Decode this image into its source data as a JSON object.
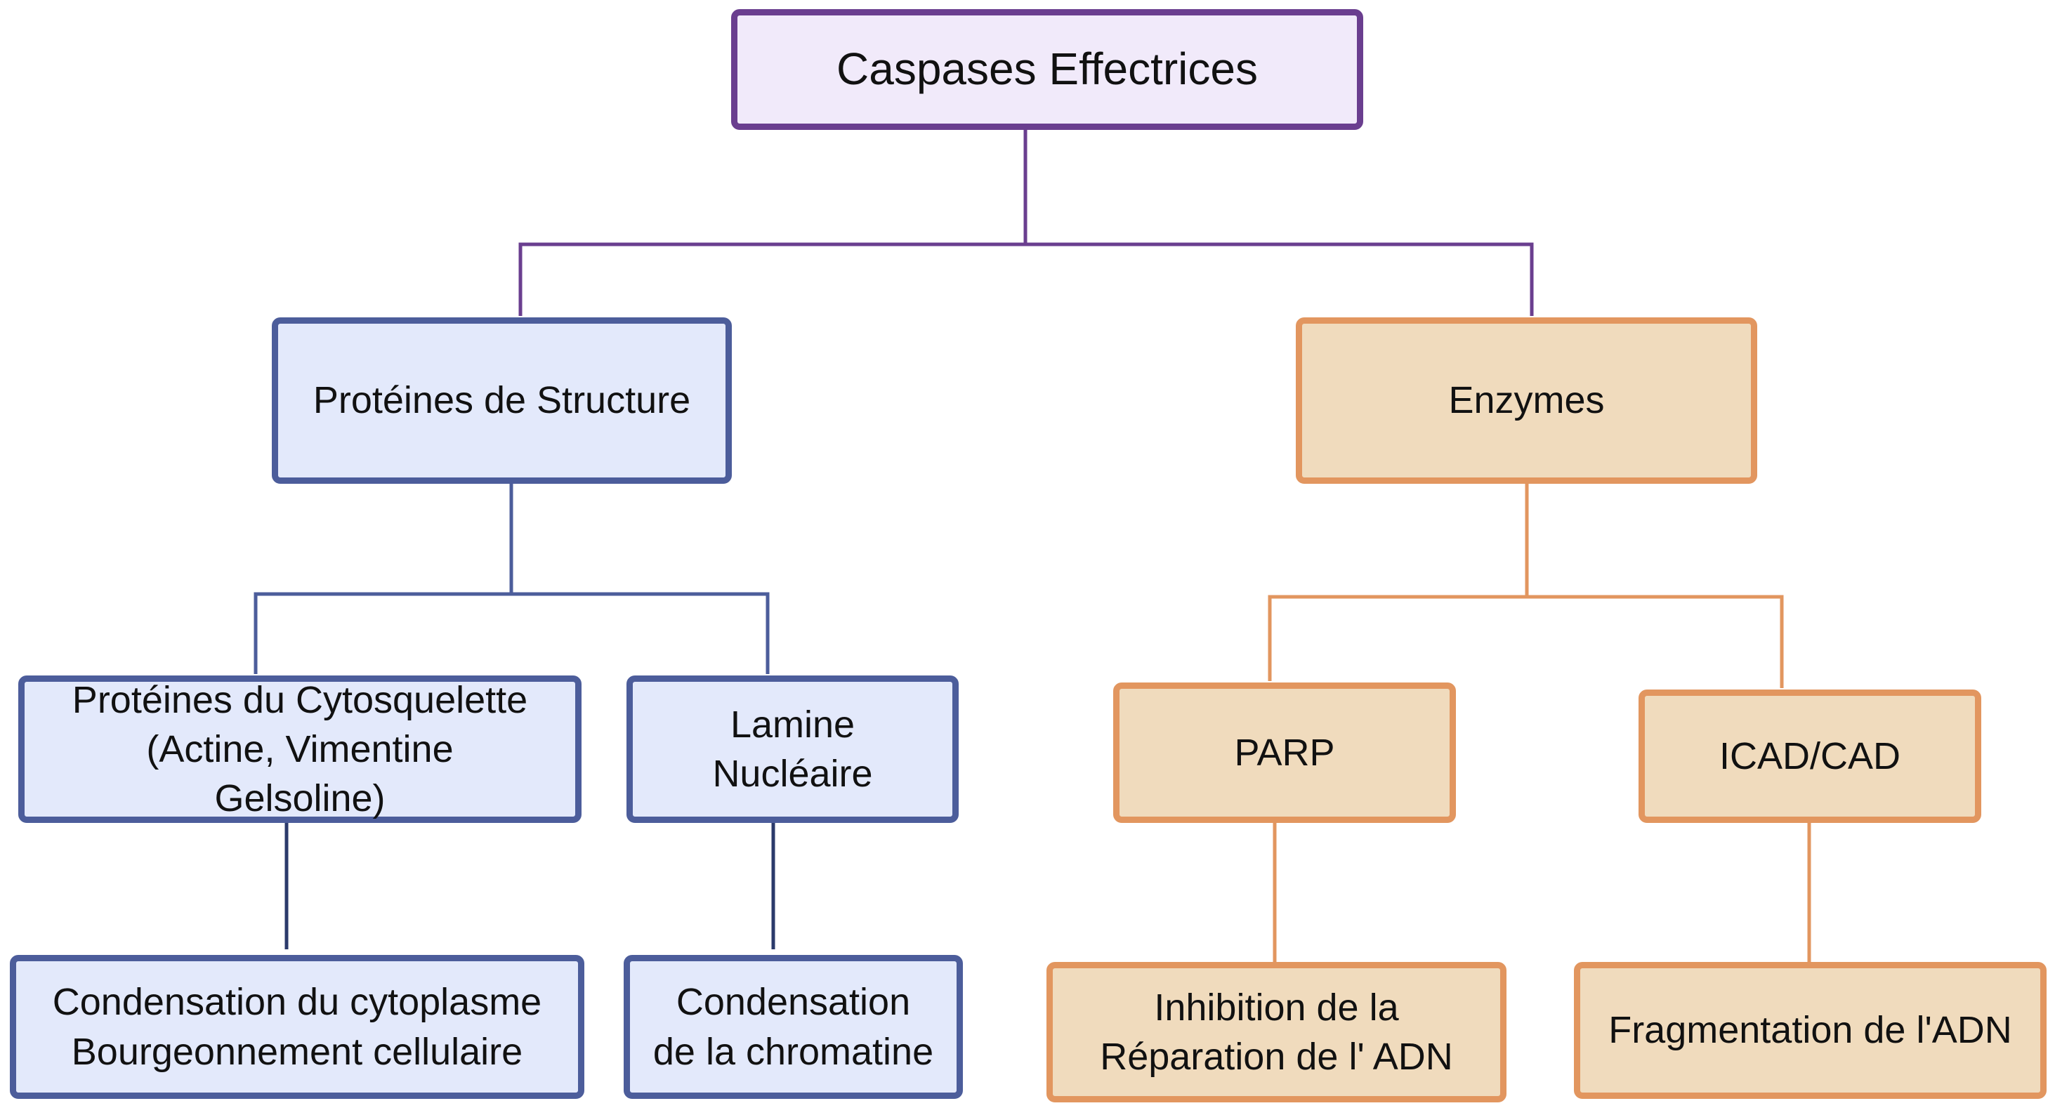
{
  "colors": {
    "root_border": "#6a3e8f",
    "root_fill": "#f1eafa",
    "structure_border": "#4c5d9b",
    "structure_fill": "#e3e9fb",
    "enzyme_border": "#e2965f",
    "enzyme_fill": "#f0dbbd",
    "line_purple": "#6a3e8f",
    "line_blue": "#4c5d9b",
    "line_dark": "#2b3a6b",
    "line_orange": "#e2965f"
  },
  "root": {
    "label": "Caspases Effectrices"
  },
  "structure": {
    "label": "Protéines de Structure",
    "children": [
      {
        "label": "Protéines du Cytosquelette\n(Actine, Vimentine\nGelsoline)",
        "effect": "Condensation du cytoplasme\nBourgeonnement cellulaire"
      },
      {
        "label": "Lamine\nNucléaire",
        "effect": "Condensation\nde la chromatine"
      }
    ]
  },
  "enzymes": {
    "label": "Enzymes",
    "children": [
      {
        "label": "PARP",
        "effect": "Inhibition de la\nRéparation de l' ADN"
      },
      {
        "label": "ICAD/CAD",
        "effect": "Fragmentation de l'ADN"
      }
    ]
  }
}
